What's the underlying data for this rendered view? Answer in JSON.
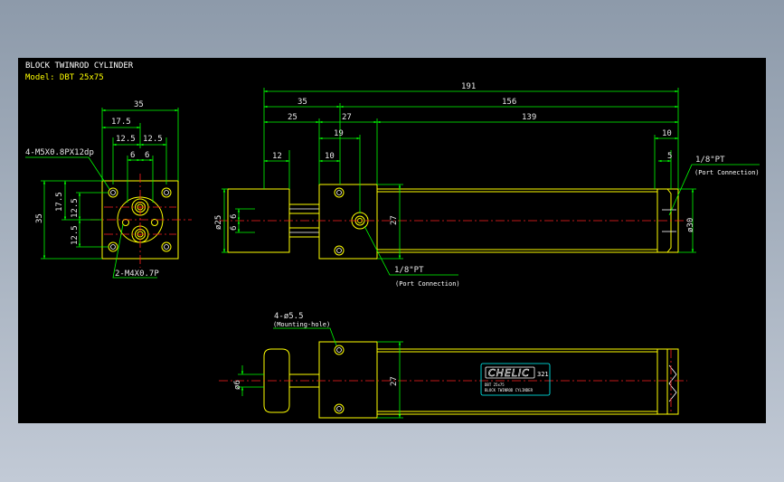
{
  "title": {
    "line1": "BLOCK TWINROD CYLINDER",
    "line2": "Model: DBT 25x75"
  },
  "front_view": {
    "dims": {
      "w35": "35",
      "w17_5": "17.5",
      "w12_5a": "12.5",
      "w12_5b": "12.5",
      "w6a": "6",
      "w6b": "6",
      "h35": "35",
      "h17_5": "17.5",
      "h12_5a": "12.5",
      "h12_5b": "12.5"
    },
    "notes": {
      "mount_thread": "4-M5X0.8PX12dp",
      "rod_thread": "2-M4X0.7P"
    }
  },
  "side_view": {
    "dims": {
      "d191": "191",
      "d156": "156",
      "d35": "35",
      "d25": "25",
      "d27": "27",
      "d139": "139",
      "d19": "19",
      "d12": "12",
      "d10": "10",
      "d10b": "10",
      "d5": "5",
      "dia25": "ø25",
      "h6a": "6",
      "h6b": "6",
      "h27": "27",
      "dia30": "ø30"
    },
    "notes": {
      "port_top_size": "1/8\"PT",
      "port_top_label": "(Port Connection)",
      "port_bottom_size": "1/8\"PT",
      "port_bottom_label": "(Port Connection)"
    }
  },
  "bottom_view": {
    "dims": {
      "dia6": "ø6",
      "h27": "27"
    },
    "notes": {
      "holes": "4-ø5.5",
      "holes_label": "(Mounting-hole)"
    },
    "label": {
      "brand": "CHELIC",
      "badge": "321",
      "line1": "DBT 25x75",
      "line2": "BLOCK TWINROD CYLINDER"
    }
  },
  "colors": {
    "background": "#000000",
    "outline": "#ffff00",
    "dimension": "#00ff00",
    "centerline": "#ff2020",
    "text": "#ffffff",
    "model_text": "#ffff00"
  }
}
